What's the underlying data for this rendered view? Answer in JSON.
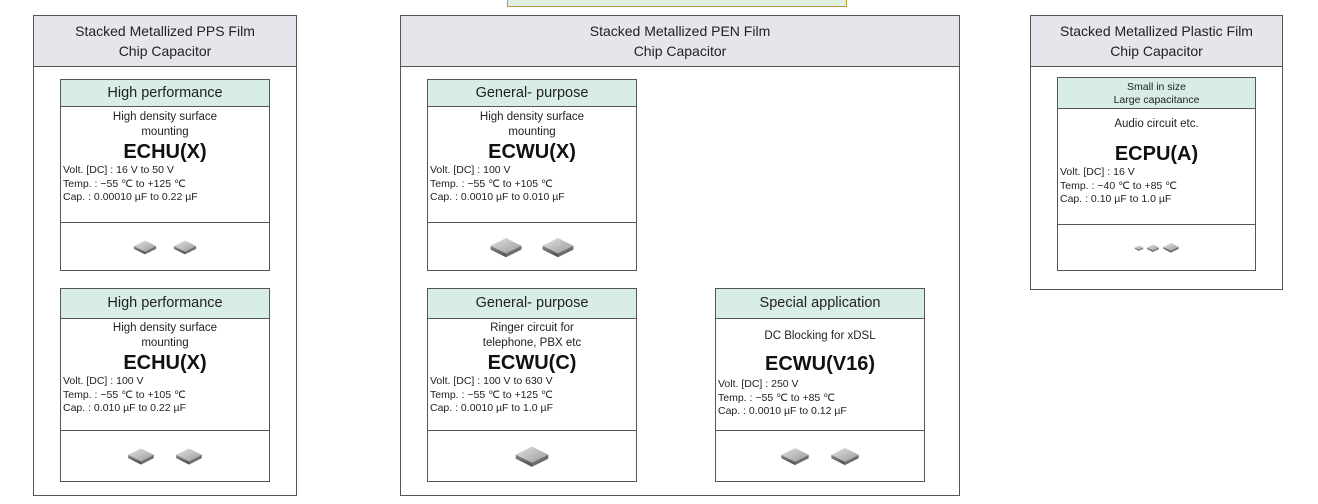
{
  "columns": [
    {
      "title_line1": "Stacked Metallized PPS Film",
      "title_line2": "Chip Capacitor",
      "cards": [
        {
          "category": "High performance",
          "desc_line1": "High density surface",
          "desc_line2": "mounting",
          "model": "ECHU(X)",
          "volt": "Volt. [DC] : 16 V to 50 V",
          "temp": "Temp. : −55 ℃ to +125 ℃",
          "cap": "Cap. : 0.00010 µF to 0.22 µF"
        },
        {
          "category": "High performance",
          "desc_line1": "High density surface",
          "desc_line2": "mounting",
          "model": "ECHU(X)",
          "volt": "Volt. [DC] : 100 V",
          "temp": "Temp. : −55 ℃ to +105 ℃",
          "cap": "Cap.  : 0.010 µF to 0.22 µF"
        }
      ]
    },
    {
      "title_line1": "Stacked Metallized PEN Film",
      "title_line2": "Chip Capacitor",
      "cards": [
        {
          "category": "General- purpose",
          "desc_line1": "High density surface",
          "desc_line2": "mounting",
          "model": "ECWU(X)",
          "volt": "Volt. [DC] : 100 V",
          "temp": "Temp. : −55 ℃ to +105 ℃",
          "cap": "Cap. : 0.0010 µF to 0.010 µF"
        },
        {
          "category": "General- purpose",
          "desc_line1": "Ringer circuit for",
          "desc_line2": "telephone, PBX etc",
          "model": "ECWU(C)",
          "volt": "Volt. [DC] : 100 V to 630 V",
          "temp": "Temp. : −55 ℃ to +125 ℃",
          "cap": "Cap.  : 0.0010 µF to 1.0 µF"
        },
        {
          "category": "Special application",
          "desc_line1": "DC Blocking for xDSL",
          "desc_line2": "",
          "model": "ECWU(V16)",
          "volt": "Volt. [DC] : 250 V",
          "temp": "Temp. : −55 ℃ to +85 ℃",
          "cap": "Cap.  : 0.0010 µF to 0.12 µF"
        }
      ]
    },
    {
      "title_line1": "Stacked Metallized Plastic Film",
      "title_line2": "Chip Capacitor",
      "cards": [
        {
          "category_line1": "Small in size",
          "category_line2": "Large capacitance",
          "desc_line1": "Audio circuit etc.",
          "model": "ECPU(A)",
          "volt": "Volt. [DC] : 16 V",
          "temp": "Temp. : −40 ℃ to +85 ℃",
          "cap": "Cap.  : 0.10 µF to 1.0 µF"
        }
      ]
    }
  ]
}
